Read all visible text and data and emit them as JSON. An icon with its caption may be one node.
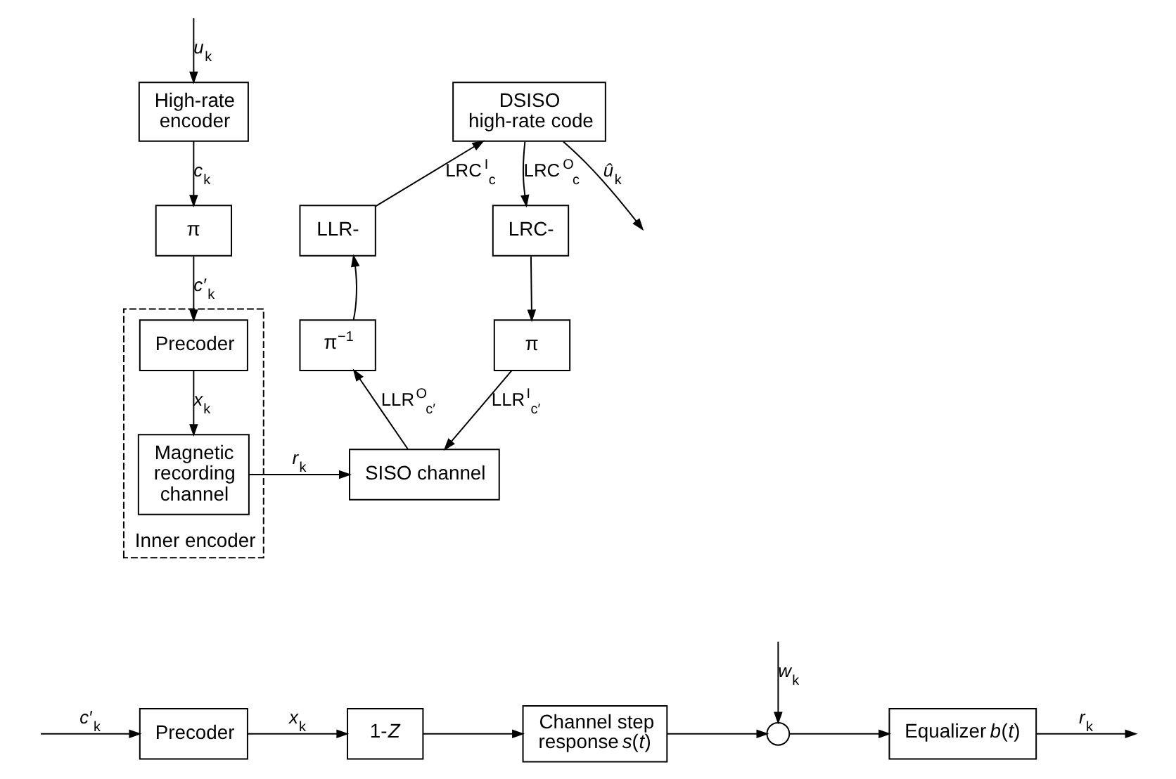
{
  "diagram": {
    "nodes": [
      {
        "text": [
          "High-rate encoder"
        ]
      },
      {
        "text": [
          "π"
        ]
      },
      {
        "text": [
          "Inner encoder"
        ]
      },
      {
        "text": [
          "Precoder"
        ],
        "in": 2
      },
      {
        "text": [
          "Magnetic recording channel"
        ],
        "in": 2
      },
      {
        "text": [
          "SISO channel"
        ]
      },
      {
        "text": [
          "π$^{−1}$"
        ]
      },
      {
        "text": [
          "LLR-"
        ]
      },
      {
        "text": [
          "DSISO high-rate code"
        ]
      },
      {
        "text": [
          "LRC-"
        ]
      },
      {
        "text": [
          "π"
        ]
      },
      {
        "text": [
          "Precoder"
        ]
      },
      {
        "text": [
          "1-*Z*"
        ]
      },
      {
        "text": [
          "Channel step response *s*(*t*)"
        ]
      },
      {
        "text": [],
        "shape": "circle"
      },
      {
        "text": [
          "Equalizer *b*(*t*)"
        ]
      }
    ],
    "edges": [
      {
        "from": null,
        "to": 0,
        "arrow": "to",
        "label": "*u*$_{k}$"
      },
      {
        "from": 0,
        "to": 1,
        "arrow": "to",
        "label": "*c*$_{k}$"
      },
      {
        "from": 1,
        "to": 3,
        "arrow": "to",
        "label": "*c*′$_{k}$"
      },
      {
        "from": 3,
        "to": 4,
        "arrow": "to",
        "label": "*x*$_{k}$"
      },
      {
        "from": 4,
        "to": 5,
        "arrow": "to",
        "label": "*r*$_{k}$"
      },
      {
        "from": 5,
        "to": 6,
        "arrow": "to",
        "label": "LLR$^{O}$$_{c′}$"
      },
      {
        "from": 6,
        "to": 7,
        "arrow": "to"
      },
      {
        "from": 7,
        "to": 8,
        "arrow": "to",
        "label": "LRC$^{I}$$_{c}$"
      },
      {
        "from": 8,
        "to": null,
        "arrow": "to",
        "label": "*û*$_{k}$"
      },
      {
        "from": 8,
        "to": 9,
        "arrow": "to",
        "label": "LRC$^{O}$$_{c}$"
      },
      {
        "from": 9,
        "to": 10,
        "arrow": "to"
      },
      {
        "from": 10,
        "to": 5,
        "arrow": "to",
        "label": "LLR$^{I}$$_{c′}$"
      },
      {
        "from": null,
        "to": 11,
        "arrow": "to",
        "label": "*c*′$_{k}$"
      },
      {
        "from": 11,
        "to": 12,
        "arrow": "to",
        "label": "*x*$_{k}$"
      },
      {
        "from": 12,
        "to": 13,
        "arrow": "to"
      },
      {
        "from": 13,
        "to": 14,
        "arrow": "to"
      },
      {
        "from": null,
        "to": 14,
        "arrow": "to",
        "label": "*w*$_{k}$"
      },
      {
        "from": 14,
        "to": 15,
        "arrow": "to"
      },
      {
        "from": 15,
        "to": null,
        "arrow": "to",
        "label": "*r*$_{k}$"
      }
    ]
  }
}
